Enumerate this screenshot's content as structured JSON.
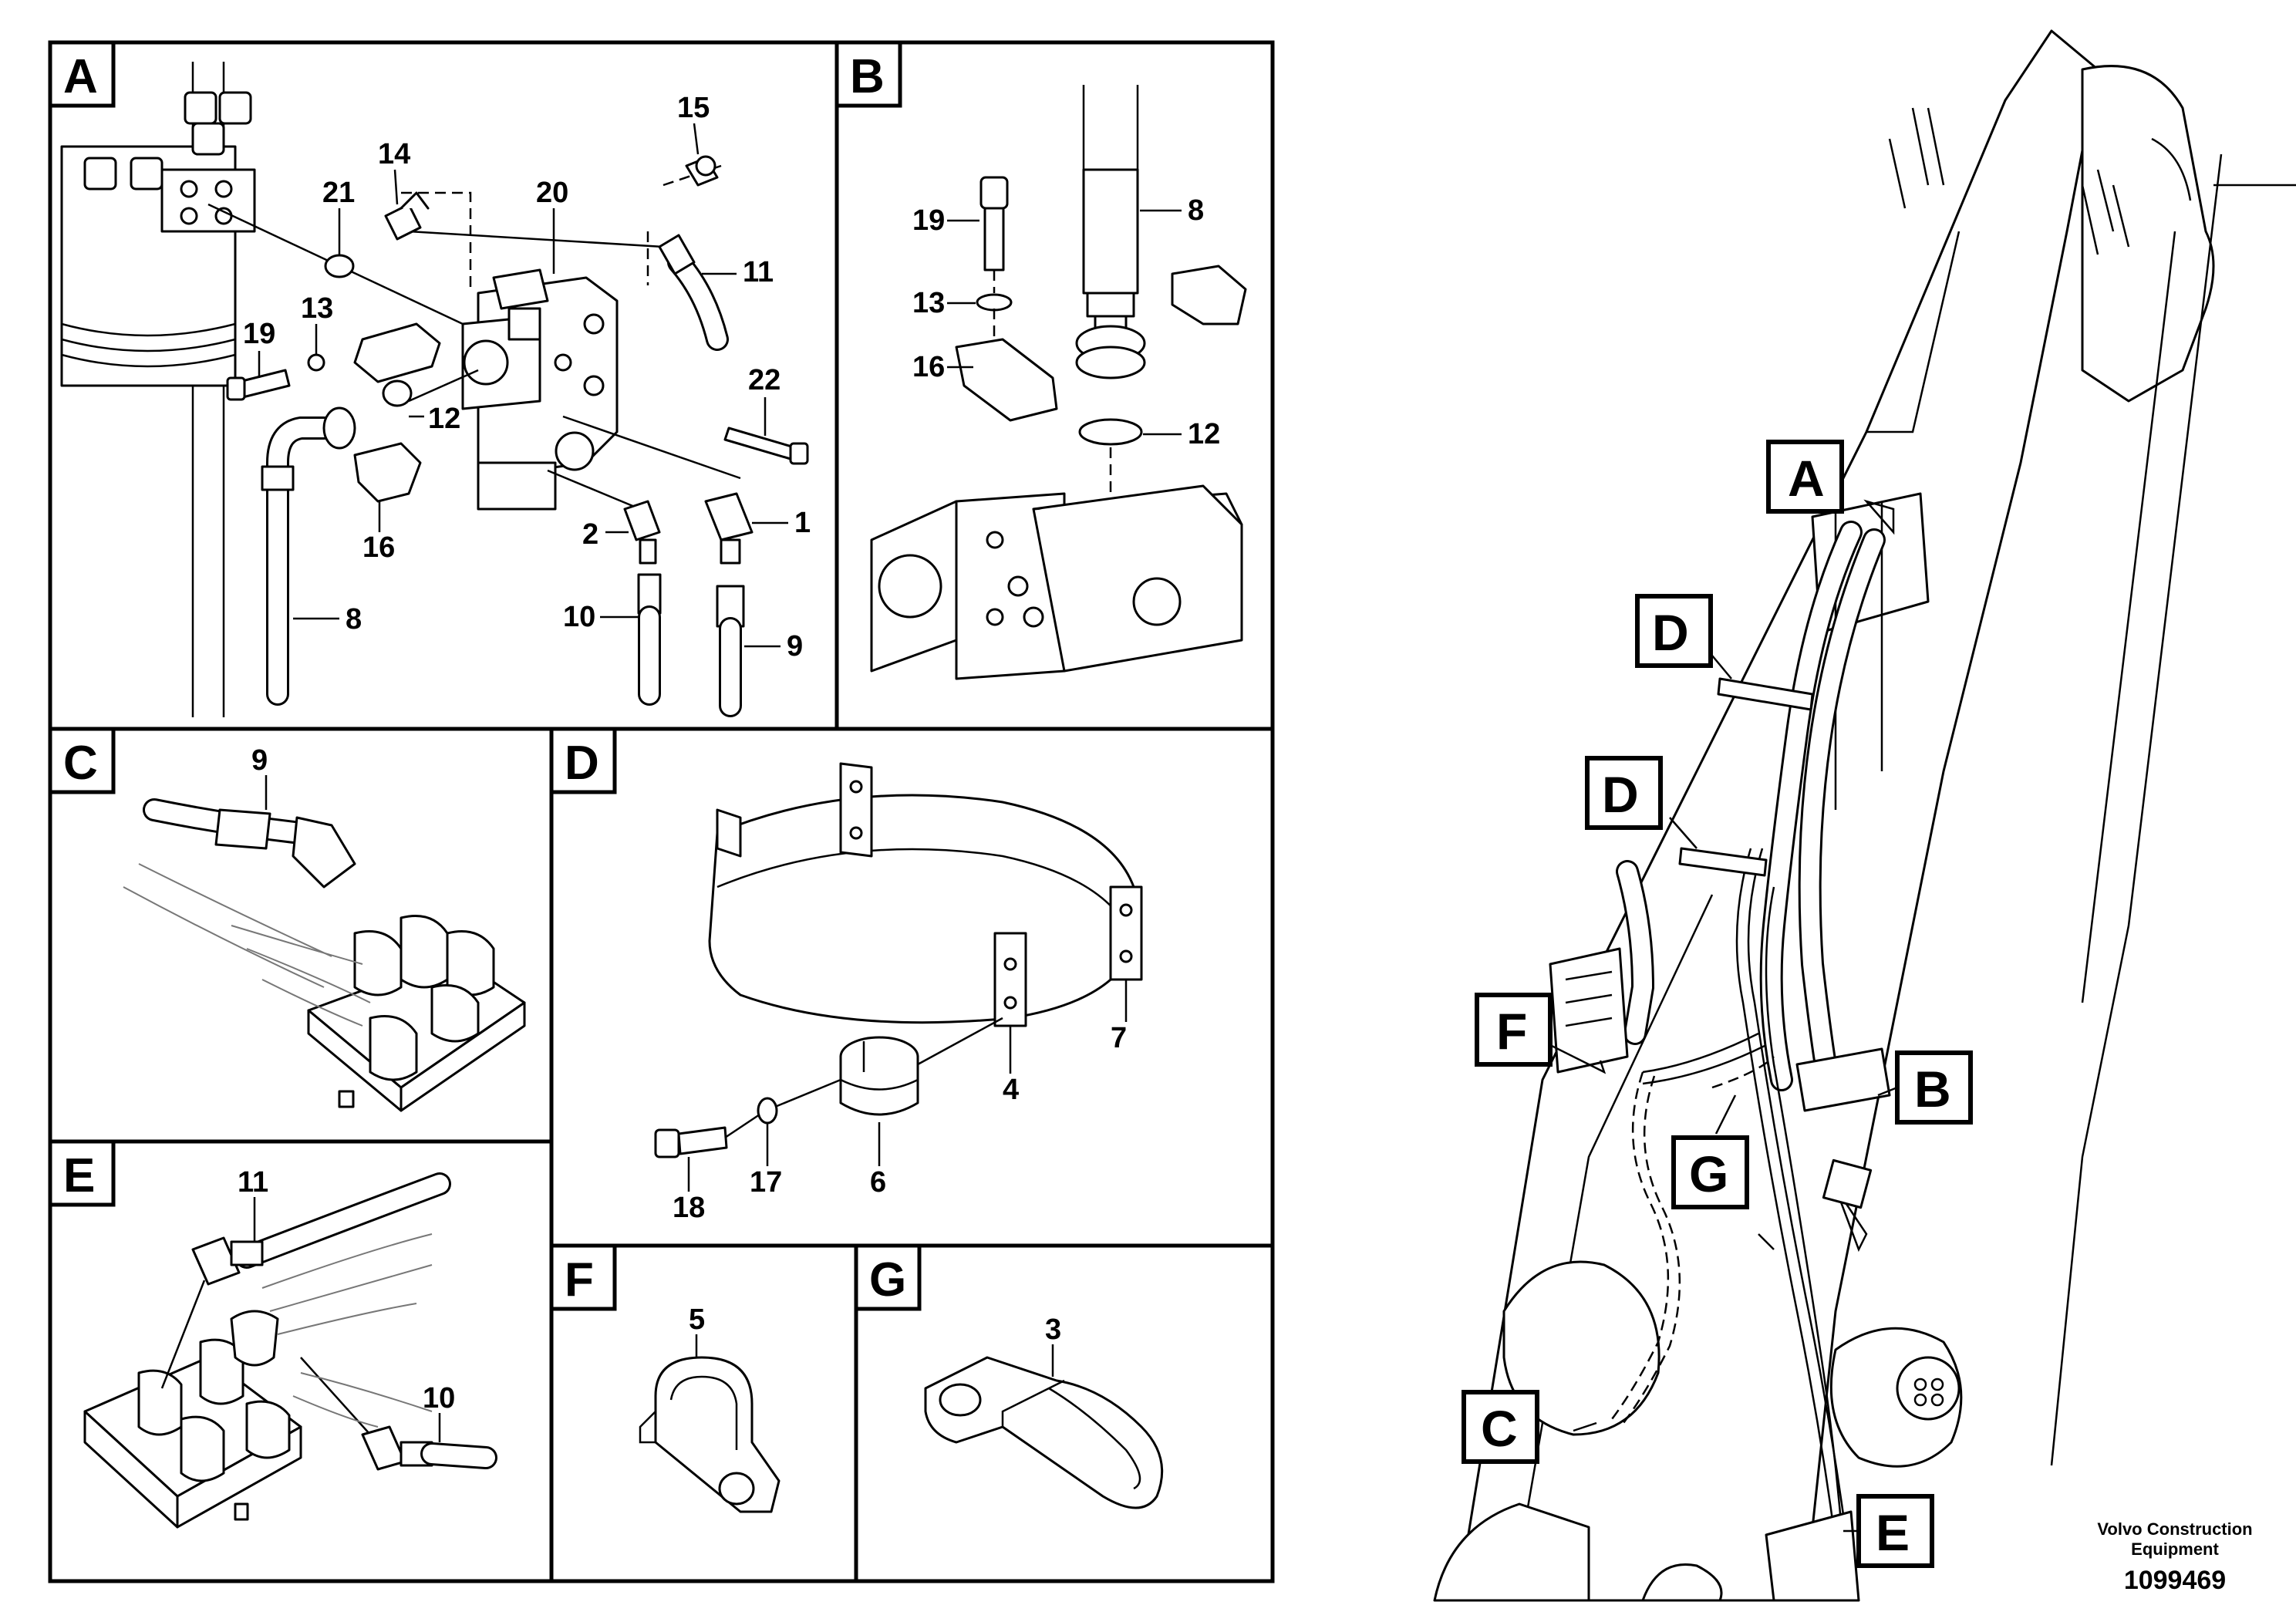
{
  "panels": {
    "A": {
      "label": "A",
      "parts": {
        "p15": "15",
        "p14": "14",
        "p21": "21",
        "p20": "20",
        "p11": "11",
        "p19": "19",
        "p13": "13",
        "p22": "22",
        "p12": "12",
        "p16": "16",
        "p2": "2",
        "p1": "1",
        "p8": "8",
        "p10": "10",
        "p9": "9"
      }
    },
    "B": {
      "label": "B",
      "parts": {
        "p19": "19",
        "p8": "8",
        "p13": "13",
        "p16": "16",
        "p12": "12"
      }
    },
    "C": {
      "label": "C",
      "parts": {
        "p9": "9"
      }
    },
    "D": {
      "label": "D",
      "parts": {
        "p7": "7",
        "p4": "4",
        "p18": "18",
        "p17": "17",
        "p6": "6"
      }
    },
    "E": {
      "label": "E",
      "parts": {
        "p11": "11",
        "p10": "10"
      }
    },
    "F": {
      "label": "F",
      "parts": {
        "p5": "5"
      }
    },
    "G": {
      "label": "G",
      "parts": {
        "p3": "3"
      }
    }
  },
  "callouts": {
    "A": "A",
    "D1": "D",
    "D2": "D",
    "F": "F",
    "B": "B",
    "G": "G",
    "C": "C",
    "E": "E"
  },
  "footer": {
    "company_line1": "Volvo Construction",
    "company_line2": "Equipment",
    "drawing_number": "1099469"
  }
}
